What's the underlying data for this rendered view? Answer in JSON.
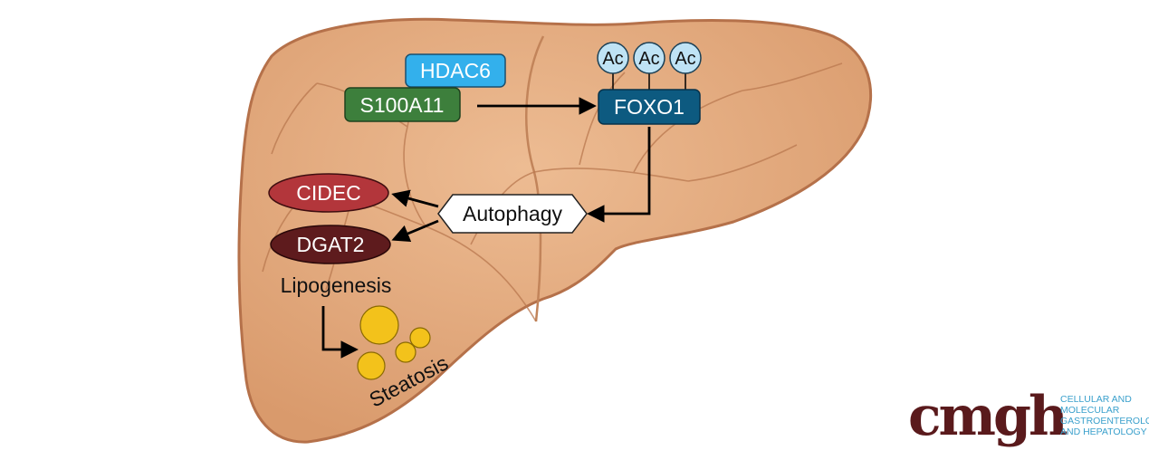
{
  "nodes": {
    "hdac6": "HDAC6",
    "s100a11": "S100A11",
    "foxo1": "FOXO1",
    "acetyl": [
      "Ac",
      "Ac",
      "Ac"
    ],
    "autophagy": "Autophagy",
    "cidec": "CIDEC",
    "dgat2": "DGAT2",
    "lipogenesis": "Lipogenesis",
    "steatosis": "Steatosis"
  },
  "logo": {
    "acronym": "cmgh",
    "lines": [
      "CELLULAR AND",
      "MOLECULAR",
      "GASTROENTEROLOGY",
      "AND HEPATOLOGY"
    ]
  },
  "colors": {
    "liver": "#e2a77a",
    "liver_outline": "#b5714a",
    "hdac6": "#33b0ec",
    "s100a11": "#3d7f3c",
    "foxo1": "#0d5a80",
    "acetyl": "#bfe3f5",
    "cidec": "#b3363b",
    "dgat2": "#5e1b1d",
    "lipid_droplet": "#f3c21b",
    "logo_brown": "#5a1a1c",
    "logo_blue": "#3aa0cc"
  }
}
